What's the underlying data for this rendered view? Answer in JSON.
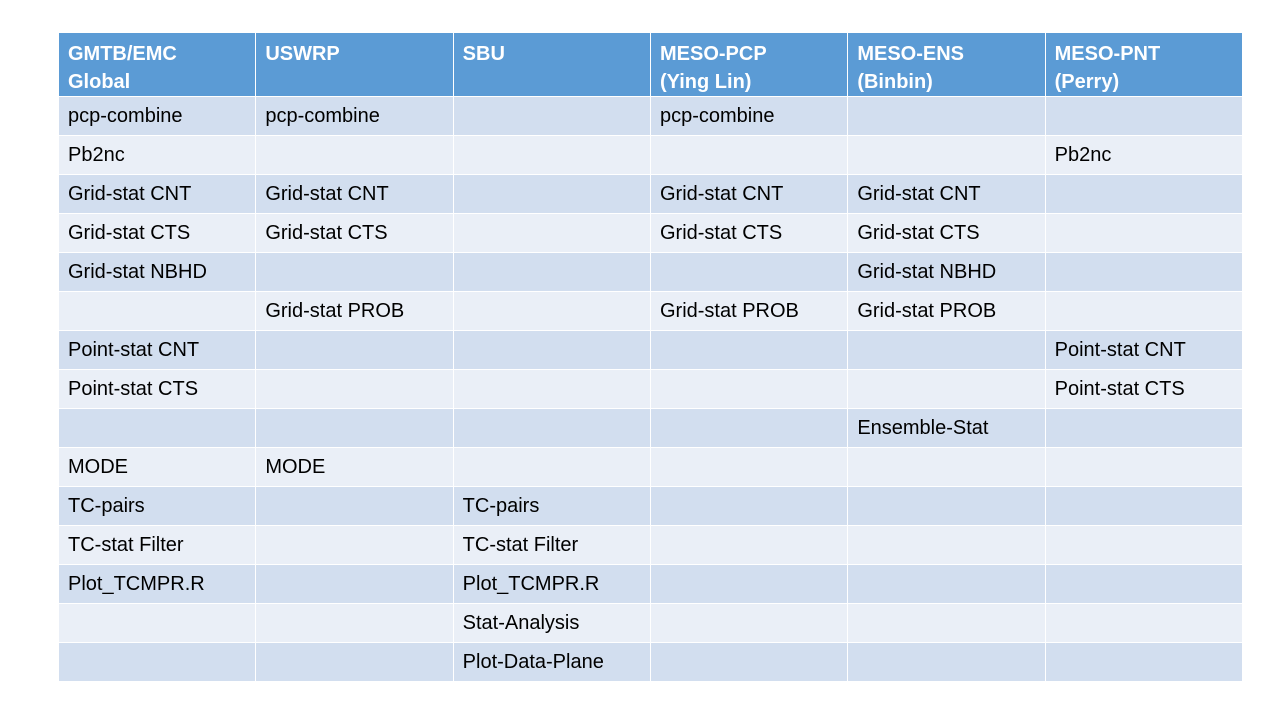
{
  "table": {
    "headers": [
      {
        "line1": "GMTB/EMC",
        "line2": "Global"
      },
      {
        "line1": "USWRP",
        "line2": ""
      },
      {
        "line1": "SBU",
        "line2": ""
      },
      {
        "line1": "MESO-PCP",
        "line2": "(Ying Lin)"
      },
      {
        "line1": "MESO-ENS",
        "line2": "(Binbin)"
      },
      {
        "line1": "MESO-PNT",
        "line2": "(Perry)"
      }
    ],
    "rows": [
      [
        "pcp-combine",
        "pcp-combine",
        "",
        "pcp-combine",
        "",
        ""
      ],
      [
        "Pb2nc",
        "",
        "",
        "",
        "",
        "Pb2nc"
      ],
      [
        "Grid-stat CNT",
        "Grid-stat CNT",
        "",
        "Grid-stat CNT",
        "Grid-stat CNT",
        ""
      ],
      [
        "Grid-stat CTS",
        "Grid-stat CTS",
        "",
        "Grid-stat CTS",
        "Grid-stat CTS",
        ""
      ],
      [
        "Grid-stat NBHD",
        "",
        "",
        "",
        "Grid-stat NBHD",
        ""
      ],
      [
        "",
        "Grid-stat PROB",
        "",
        "Grid-stat PROB",
        "Grid-stat PROB",
        ""
      ],
      [
        "Point-stat CNT",
        "",
        "",
        "",
        "",
        "Point-stat CNT"
      ],
      [
        "Point-stat CTS",
        "",
        "",
        "",
        "",
        "Point-stat CTS"
      ],
      [
        "",
        "",
        "",
        "",
        "Ensemble-Stat",
        ""
      ],
      [
        "MODE",
        "MODE",
        "",
        "",
        "",
        ""
      ],
      [
        "TC-pairs",
        "",
        "TC-pairs",
        "",
        "",
        ""
      ],
      [
        "TC-stat Filter",
        "",
        "TC-stat Filter",
        "",
        "",
        ""
      ],
      [
        "Plot_TCMPR.R",
        "",
        "Plot_TCMPR.R",
        "",
        "",
        ""
      ],
      [
        "",
        "",
        "Stat-Analysis",
        "",
        "",
        ""
      ],
      [
        "",
        "",
        "Plot-Data-Plane",
        "",
        "",
        ""
      ]
    ]
  },
  "colors": {
    "header_bg": "#5b9bd5",
    "header_text": "#ffffff",
    "row_odd_bg": "#d2deef",
    "row_even_bg": "#eaeff7"
  }
}
